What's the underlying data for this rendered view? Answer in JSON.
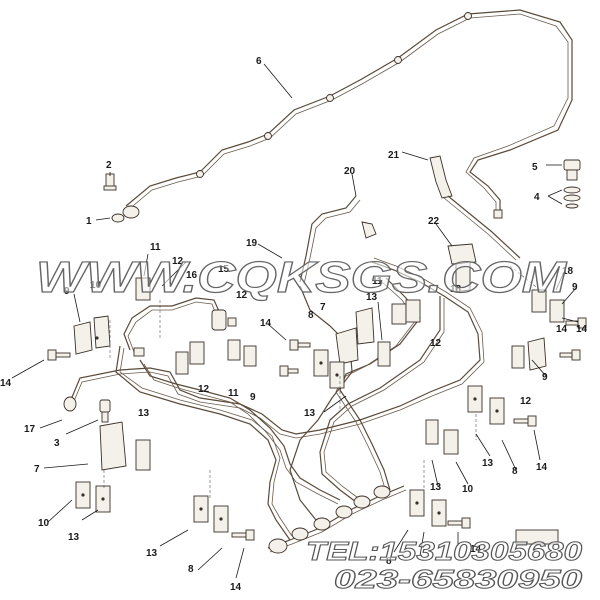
{
  "watermark": {
    "site": "WWW.CQKSGS.COM",
    "phone_line1": "TEL:15310305680",
    "phone_line2": "023-65830950"
  },
  "callouts": [
    {
      "id": "c6",
      "text": "6"
    },
    {
      "id": "c2",
      "text": "2"
    },
    {
      "id": "c1",
      "text": "1"
    },
    {
      "id": "c21",
      "text": "21"
    },
    {
      "id": "c5",
      "text": "5"
    },
    {
      "id": "c4",
      "text": "4"
    },
    {
      "id": "c20",
      "text": "20"
    },
    {
      "id": "c22",
      "text": "22"
    },
    {
      "id": "c11a",
      "text": "11"
    },
    {
      "id": "c19",
      "text": "19"
    },
    {
      "id": "c12a",
      "text": "12"
    },
    {
      "id": "c16",
      "text": "16"
    },
    {
      "id": "c15",
      "text": "15"
    },
    {
      "id": "c9a",
      "text": "9"
    },
    {
      "id": "c10a",
      "text": "10"
    },
    {
      "id": "c12b",
      "text": "12"
    },
    {
      "id": "c14a",
      "text": "14"
    },
    {
      "id": "c7a",
      "text": "7"
    },
    {
      "id": "c8a",
      "text": "8"
    },
    {
      "id": "c13a",
      "text": "13"
    },
    {
      "id": "c11b",
      "text": "11"
    },
    {
      "id": "c12c",
      "text": "12"
    },
    {
      "id": "c18a",
      "text": "18"
    },
    {
      "id": "c18b",
      "text": "18"
    },
    {
      "id": "c9b",
      "text": "9"
    },
    {
      "id": "c14b",
      "text": "14"
    },
    {
      "id": "c17",
      "text": "17"
    },
    {
      "id": "c3",
      "text": "3"
    },
    {
      "id": "c12d",
      "text": "12"
    },
    {
      "id": "c11c",
      "text": "11"
    },
    {
      "id": "c9c",
      "text": "9"
    },
    {
      "id": "c12e",
      "text": "12"
    },
    {
      "id": "c9d",
      "text": "9"
    },
    {
      "id": "c13b",
      "text": "13"
    },
    {
      "id": "c14c",
      "text": "14"
    },
    {
      "id": "c13c",
      "text": "13"
    },
    {
      "id": "c7b",
      "text": "7"
    },
    {
      "id": "c13d",
      "text": "13"
    },
    {
      "id": "c8b",
      "text": "8"
    },
    {
      "id": "c14d",
      "text": "14"
    },
    {
      "id": "c10b",
      "text": "10"
    },
    {
      "id": "c10c",
      "text": "10"
    },
    {
      "id": "c13e",
      "text": "13"
    },
    {
      "id": "c13f",
      "text": "13"
    },
    {
      "id": "c8c",
      "text": "8"
    },
    {
      "id": "c14e",
      "text": "14"
    },
    {
      "id": "c13g",
      "text": "13"
    },
    {
      "id": "c8d",
      "text": "8"
    },
    {
      "id": "c14f",
      "text": "14"
    },
    {
      "id": "c14g",
      "text": "14"
    }
  ]
}
